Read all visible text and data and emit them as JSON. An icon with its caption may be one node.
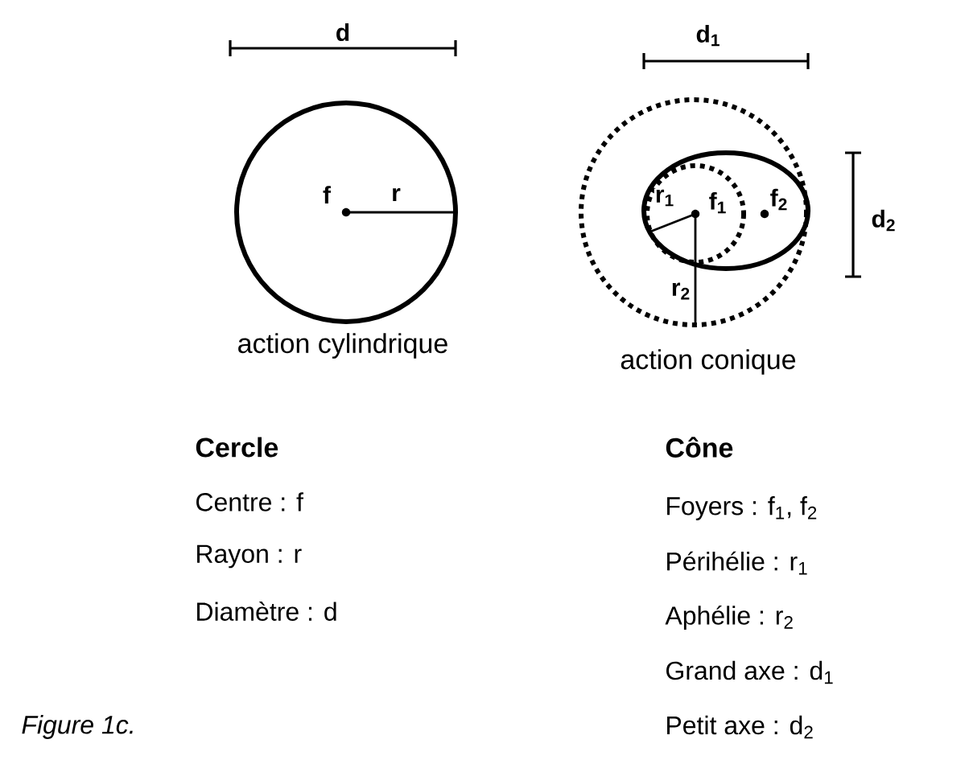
{
  "diagram": {
    "nodes": [
      {
        "text": [],
        "shape": "circle",
        "beside": [
          "action cylindrique"
        ]
      },
      {
        "text": [],
        "shape": "ellipse",
        "beside": [
          "action conique"
        ]
      }
    ],
    "labels": [
      "d",
      "d$_{1}$",
      "f",
      "r",
      "r$_{1}$",
      "f$_{1}$",
      "f$_{2}$",
      "d$_{2}$",
      "r$_{2}$",
      "Cercle",
      "Cône",
      "Centre : f",
      "Foyers : f$_{1}$, f$_{2}$",
      "Rayon : r",
      "Périhélie : r$_{1}$",
      "Diamètre : d",
      "Aphélie : r$_{2}$",
      "Grand axe : d$_{1}$",
      "Figure 1c.",
      "Petit axe : d$_{2}$"
    ]
  }
}
